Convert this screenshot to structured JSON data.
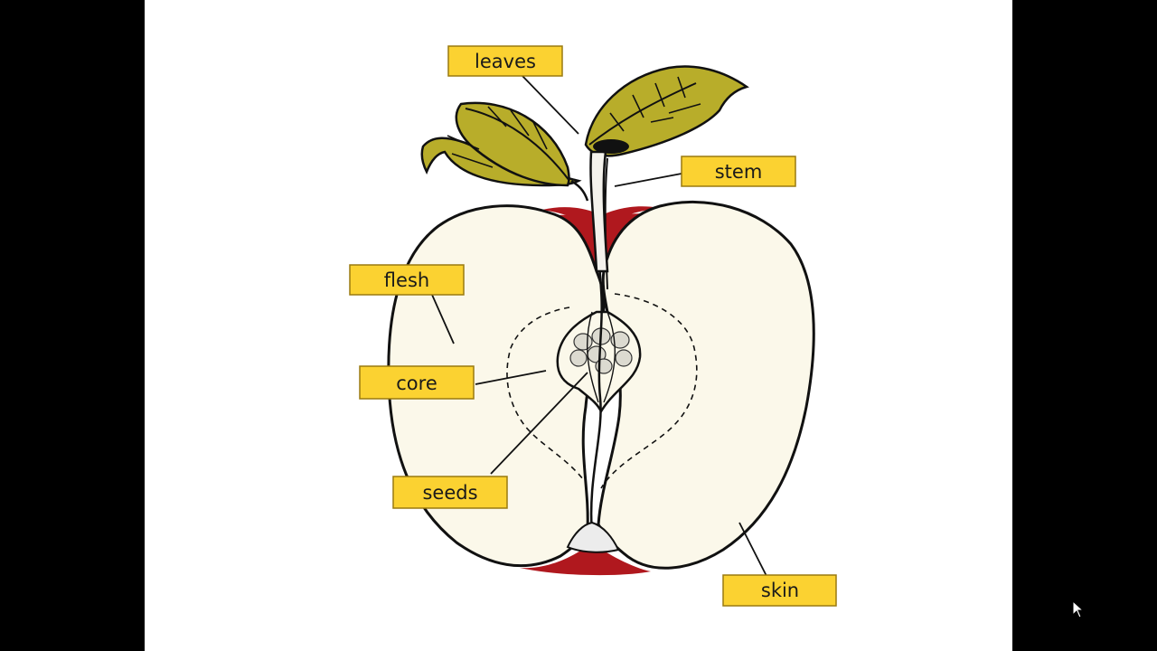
{
  "colors": {
    "background": "#000000",
    "slide": "#ffffff",
    "label_fill": "#fbd231",
    "label_border": "#9a7a10",
    "flesh": "#fbf8ea",
    "skin_red": "#b0181e",
    "leaf": "#b8ad2a",
    "outline": "#111111"
  },
  "labels": {
    "leaves": "leaves",
    "stem": "stem",
    "flesh": "flesh",
    "core": "core",
    "seeds": "seeds",
    "skin": "skin"
  },
  "icons": {
    "cursor": "mouse-pointer-icon"
  }
}
